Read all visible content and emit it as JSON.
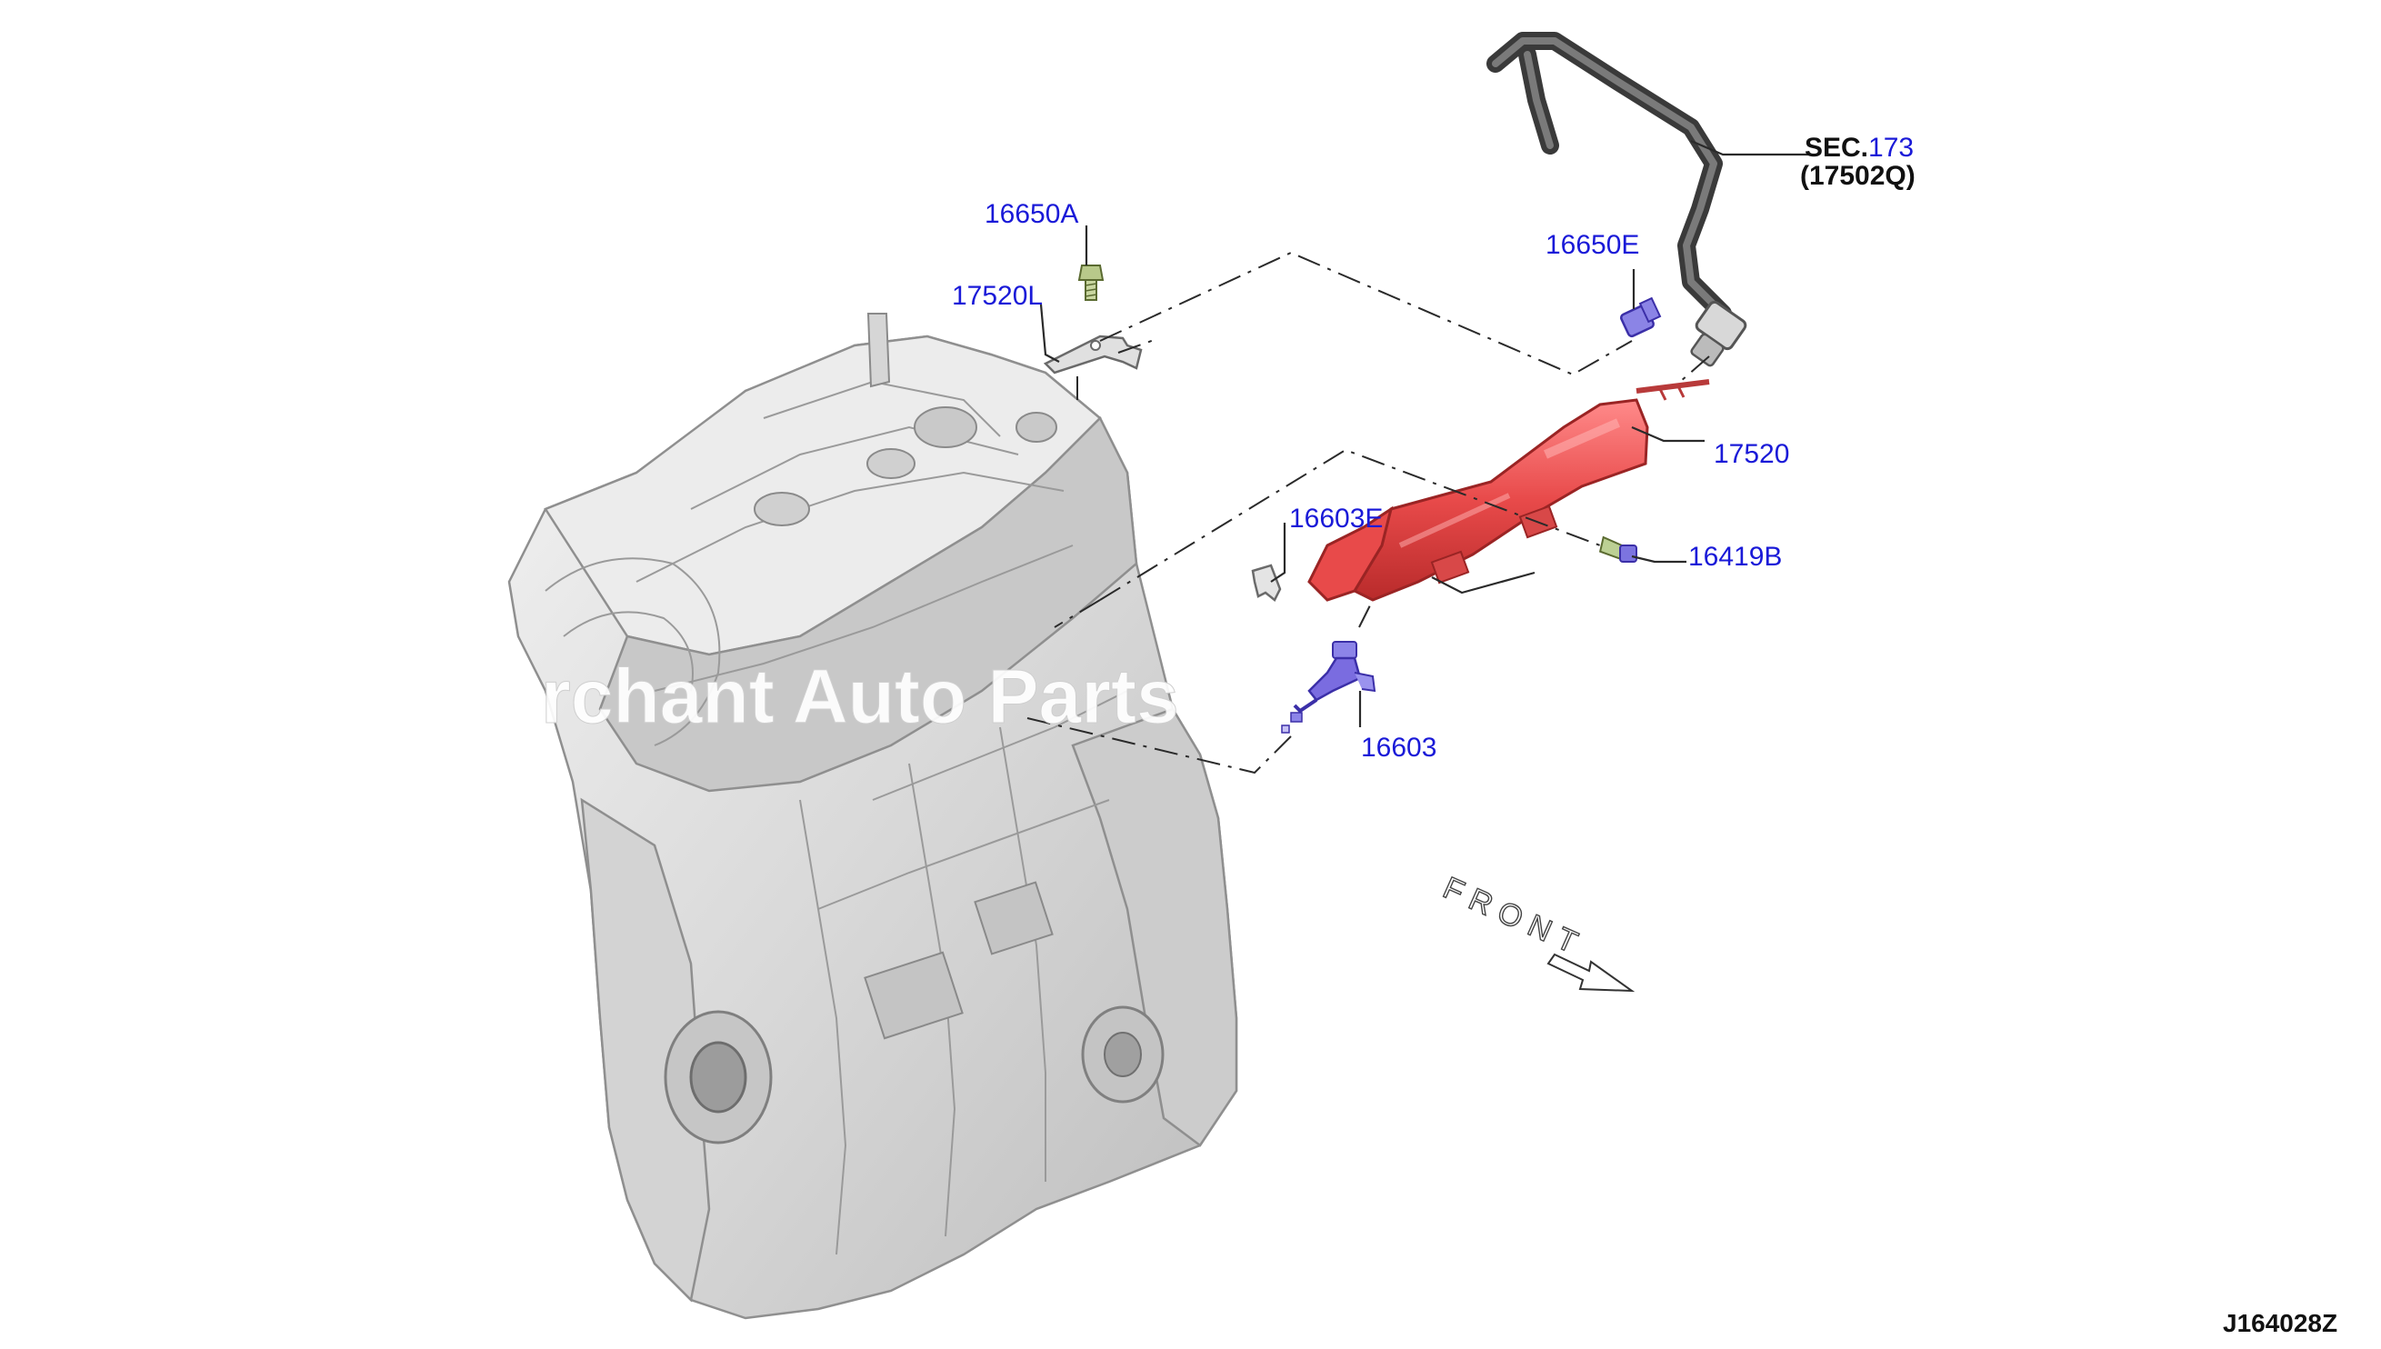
{
  "labels": {
    "part_16650A": "16650A",
    "part_17520L": "17520L",
    "part_16650E": "16650E",
    "part_17520": "17520",
    "part_16603E": "16603E",
    "part_16419B": "16419B",
    "part_16603": "16603",
    "sec_prefix": "SEC.",
    "sec_number": "173",
    "sec_ref": "(17502Q)",
    "front": "FRONT",
    "diagram_code": "J164028Z"
  },
  "watermark": {
    "text": "rchant Auto Parts"
  },
  "colors": {
    "callout_text": "#1a1ad8",
    "fuel_rail": "#e84a4a",
    "injector": "#7a6ce0",
    "engine_body": "#dedede",
    "leader_line": "#2a2a2a"
  }
}
